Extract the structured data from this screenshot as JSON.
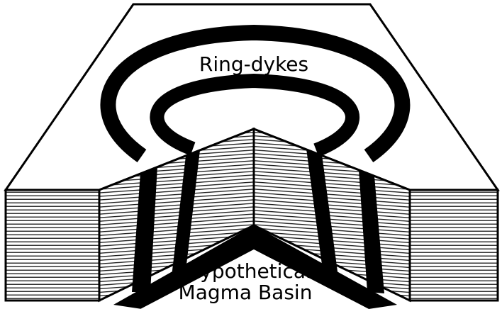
{
  "labels": {
    "ring_dykes": "Ring-dykes",
    "basin_line1": "Hypothetical",
    "basin_line2": "Magma Basin"
  },
  "colors": {
    "ink": "#000000",
    "paper": "#ffffff"
  }
}
